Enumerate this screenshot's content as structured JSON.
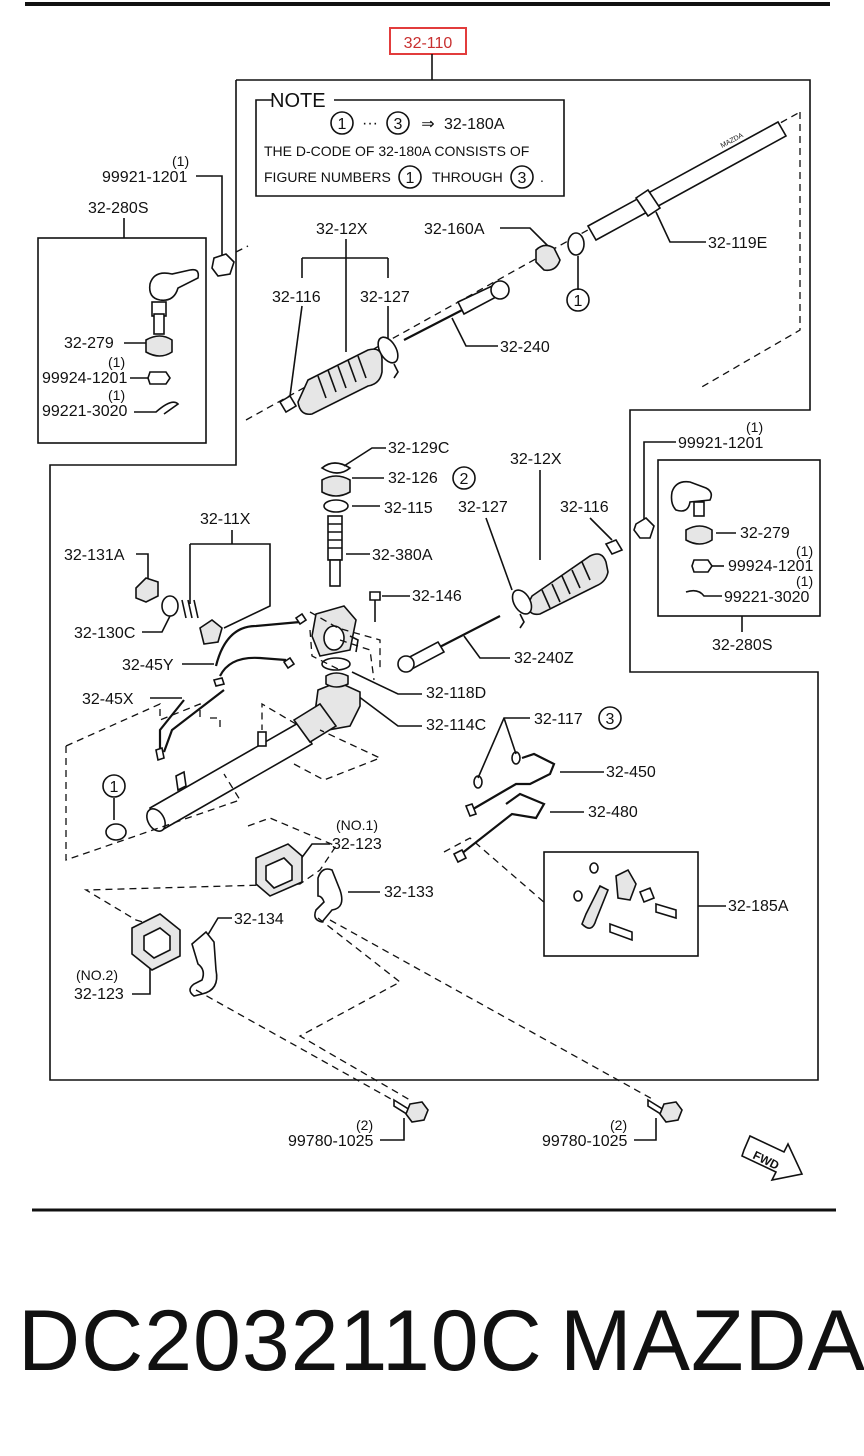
{
  "diagram": {
    "main_part": "32-110",
    "note": {
      "title": "NOTE",
      "circle_from": "1",
      "ellipsis": "···",
      "circle_to": "3",
      "arrow": "⇒",
      "target": "32-180A",
      "line2": "THE D-CODE OF 32-180A CONSISTS OF",
      "line3_a": "FIGURE NUMBERS",
      "line3_b": "THROUGH",
      "line3_end": "."
    },
    "labels": {
      "q1_top": "(1)",
      "p99921_top": "99921-1201",
      "p32_280S_left": "32-280S",
      "p32_279_left": "32-279",
      "q1_a": "(1)",
      "p99924_left": "99924-1201",
      "q1_b": "(1)",
      "p99221_left": "99221-3020",
      "p32_12X_top": "32-12X",
      "p32_116_top": "32-116",
      "p32_127_top": "32-127",
      "p32_160A": "32-160A",
      "p32_119E": "32-119E",
      "p32_240": "32-240",
      "p32_129C": "32-129C",
      "p32_126": "32-126",
      "p32_115": "32-115",
      "p32_380A": "32-380A",
      "p32_146": "32-146",
      "p32_11X": "32-11X",
      "p32_131A": "32-131A",
      "p32_130C": "32-130C",
      "p32_45Y": "32-45Y",
      "p32_45X": "32-45X",
      "p32_118D": "32-118D",
      "p32_114C": "32-114C",
      "p32_117": "32-117",
      "p32_450": "32-450",
      "p32_480": "32-480",
      "p32_185A": "32-185A",
      "p32_12X_right": "32-12X",
      "p32_127_right": "32-127",
      "p32_116_right": "32-116",
      "p32_240Z": "32-240Z",
      "q1_right_top": "(1)",
      "p99921_right": "99921-1201",
      "p32_279_right": "32-279",
      "q1_right_a": "(1)",
      "p99924_right": "99924-1201",
      "q1_right_b": "(1)",
      "p99221_right": "99221-3020",
      "p32_280S_right": "32-280S",
      "no1": "(NO.1)",
      "p32_123_a": "32-123",
      "p32_133": "32-133",
      "p32_134": "32-134",
      "no2": "(NO.2)",
      "p32_123_b": "32-123",
      "q2_a": "(2)",
      "p99780_a": "99780-1025",
      "q2_b": "(2)",
      "p99780_b": "99780-1025",
      "fwd": "FWD",
      "rack_marking": "MAZDA"
    },
    "callouts": {
      "c1_top": "1",
      "c2": "2",
      "c3": "3",
      "c1_bottom": "1"
    }
  },
  "footer": {
    "part_code": "DC2032110C",
    "brand": "MAZDA"
  }
}
